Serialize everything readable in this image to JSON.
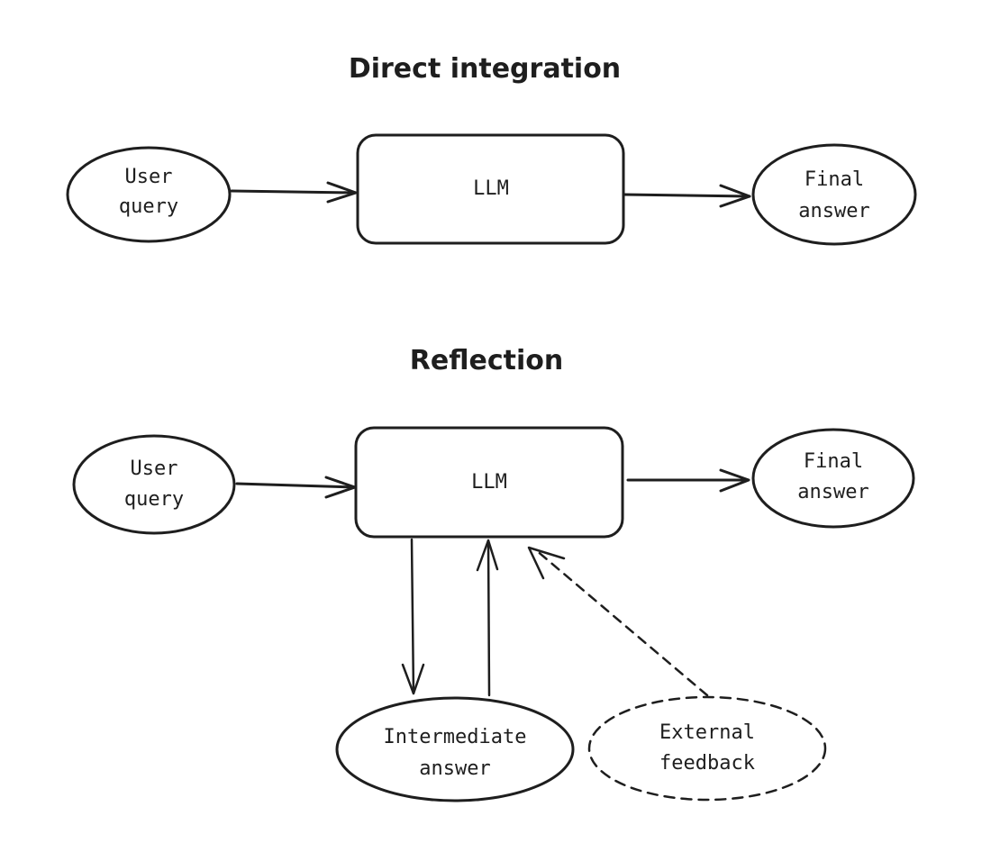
{
  "colors": {
    "llm_fill": "#a5d8ff",
    "terminal_fill": "#b2f2bb",
    "intermediate_fill": "#ffec99",
    "feedback_fill": "#ffc9c9",
    "stroke": "#1e1e1e"
  },
  "sections": [
    {
      "title": "Direct integration",
      "nodes": {
        "input": {
          "label_line1": "User",
          "label_line2": "query"
        },
        "model": {
          "label": "LLM"
        },
        "output": {
          "label_line1": "Final",
          "label_line2": "answer"
        }
      },
      "edges": [
        {
          "from": "User query",
          "to": "LLM",
          "style": "solid"
        },
        {
          "from": "LLM",
          "to": "Final answer",
          "style": "solid"
        }
      ]
    },
    {
      "title": "Reflection",
      "nodes": {
        "input": {
          "label_line1": "User",
          "label_line2": "query"
        },
        "model": {
          "label": "LLM"
        },
        "output": {
          "label_line1": "Final",
          "label_line2": "answer"
        },
        "intermediate": {
          "label_line1": "Intermediate",
          "label_line2": "answer"
        },
        "feedback": {
          "label_line1": "External",
          "label_line2": "feedback"
        }
      },
      "edges": [
        {
          "from": "User query",
          "to": "LLM",
          "style": "solid"
        },
        {
          "from": "LLM",
          "to": "Final answer",
          "style": "solid"
        },
        {
          "from": "LLM",
          "to": "Intermediate answer",
          "style": "solid"
        },
        {
          "from": "Intermediate answer",
          "to": "LLM",
          "style": "solid"
        },
        {
          "from": "External feedback",
          "to": "LLM",
          "style": "dashed"
        }
      ]
    }
  ]
}
